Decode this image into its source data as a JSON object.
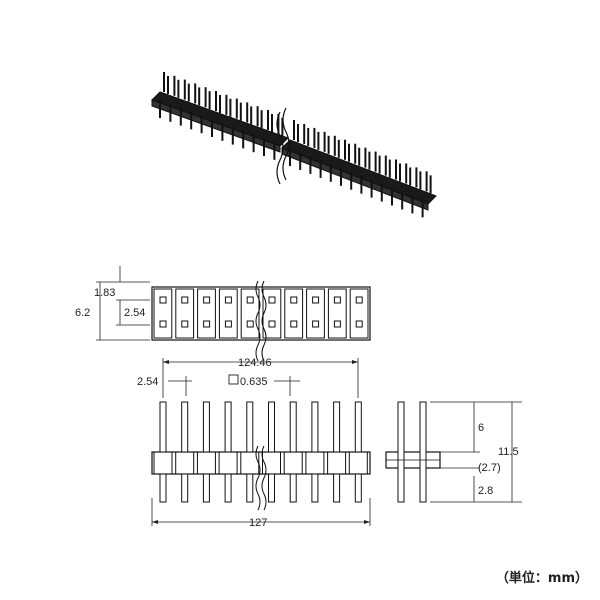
{
  "top_view_dims": {
    "height_total": "6.2",
    "row_offset": "1.83",
    "row_pitch": "2.54"
  },
  "front_view_dims": {
    "row_span": "124.46",
    "pitch": "2.54",
    "pin_size": "0.635",
    "overall_length": "127"
  },
  "side_view_dims": {
    "upper_pin": "6",
    "body": "(2.7)",
    "lower_pin": "2.8",
    "total": "11.5"
  },
  "unit_label": "（単位：mm）"
}
